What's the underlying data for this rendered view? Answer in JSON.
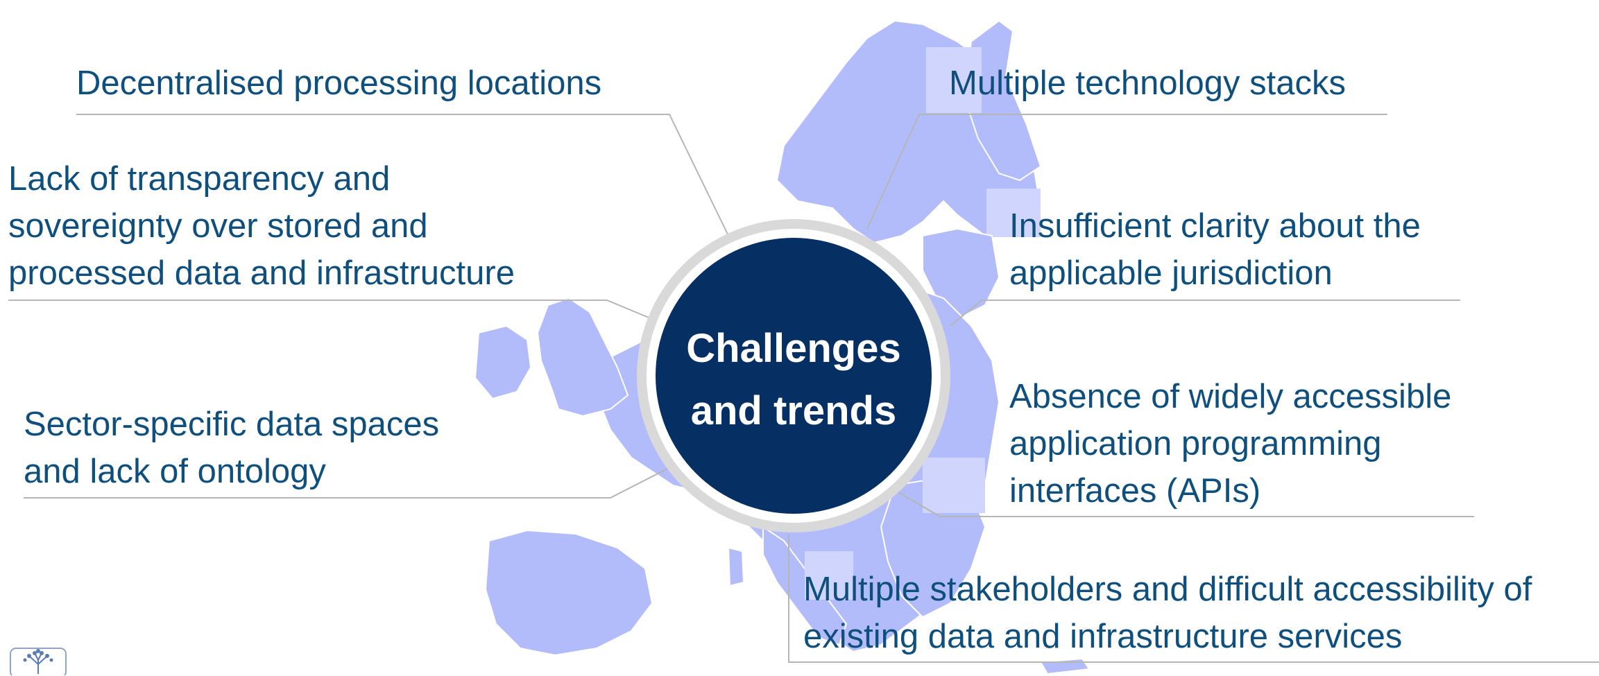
{
  "center": {
    "lines": [
      "Challenges",
      "and trends"
    ],
    "fill_color": "#062f63",
    "ring_color": "#d9d9d9"
  },
  "colors": {
    "text": "#0f4f7d",
    "map": "#b3bcfb",
    "map_highlight": "#cfd5fc",
    "leader_line": "#b5b5b5"
  },
  "labels": [
    {
      "id": "decentralised-processing",
      "lines": [
        "Decentralised processing locations"
      ]
    },
    {
      "id": "multiple-technology-stacks",
      "lines": [
        "Multiple technology stacks"
      ]
    },
    {
      "id": "lack-of-transparency",
      "lines": [
        "Lack of transparency and",
        "sovereignty over stored and",
        "processed data and infrastructure"
      ]
    },
    {
      "id": "insufficient-clarity",
      "lines": [
        "Insufficient clarity about the",
        "applicable jurisdiction"
      ]
    },
    {
      "id": "sector-specific",
      "lines": [
        "Sector-specific data spaces",
        "and lack of ontology"
      ]
    },
    {
      "id": "absence-of-apis",
      "lines": [
        "Absence of widely accessible",
        "application programming",
        "interfaces (APIs)"
      ]
    },
    {
      "id": "multiple-stakeholders",
      "lines": [
        "Multiple stakeholders and difficult accessibility of",
        "existing data and infrastructure services"
      ]
    }
  ],
  "icons": {
    "map": "europe-map",
    "logo": "tree-logo-icon"
  }
}
